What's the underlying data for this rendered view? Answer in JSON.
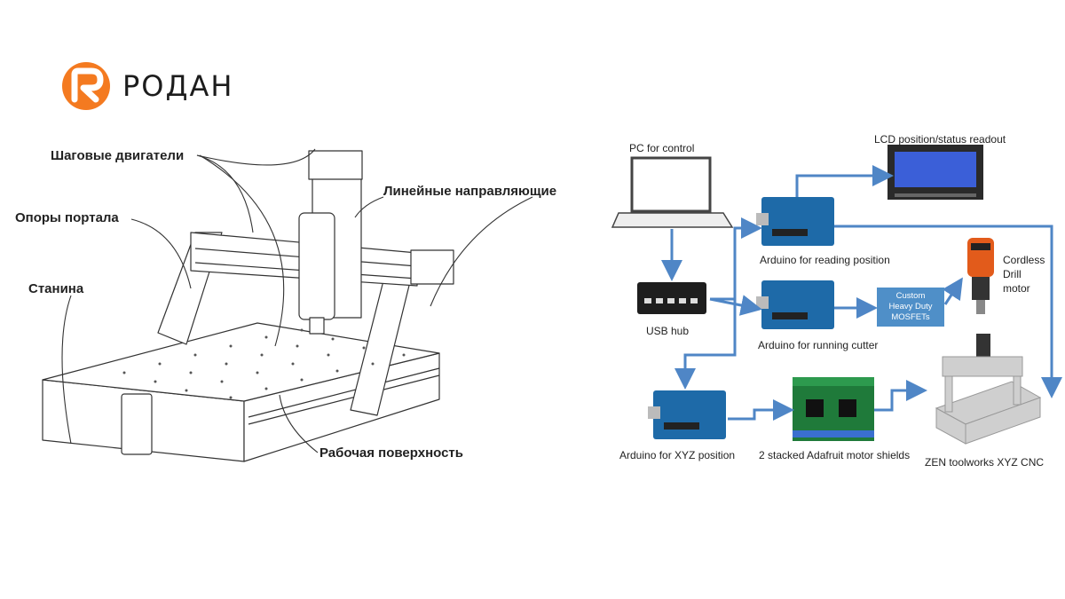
{
  "brand": {
    "name": "РОДАН",
    "logo_icon": "rodan-logo-icon",
    "accent": "#f47a20"
  },
  "cnc_drawing": {
    "labels": {
      "stepper_motors": "Шаговые двигатели",
      "linear_guides": "Линейные направляющие",
      "gantry_supports": "Опоры портала",
      "frame": "Станина",
      "work_surface": "Рабочая поверхность"
    }
  },
  "block_diagram": {
    "pc": "PC for control",
    "usb_hub": "USB hub",
    "lcd": "LCD position/status readout",
    "arduino_reading": "Arduino for reading position",
    "arduino_cutter": "Arduino for running cutter",
    "arduino_xyz": "Arduino for XYZ position",
    "mosfet_lines": [
      "Custom",
      "Heavy Duty",
      "MOSFETs"
    ],
    "drill_lines": [
      "Cordless",
      "Drill",
      "motor"
    ],
    "motor_shields": "2 stacked Adafruit motor shields",
    "cnc": "ZEN toolworks XYZ CNC",
    "arrow_color": "#4f86c6"
  }
}
